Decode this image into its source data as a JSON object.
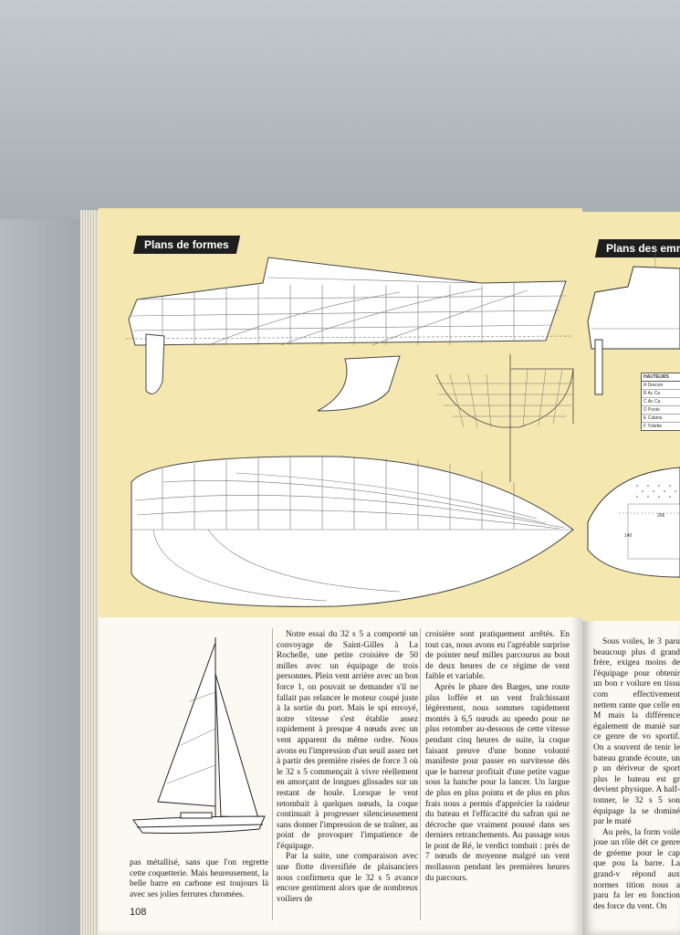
{
  "left_page": {
    "heading": "Plans de formes",
    "page_number": "108",
    "caption_col": [
      "pas métallisé, sans que l'on regrette cette coquetterie. Mais heureusement, la belle barre en carbone est toujours là avec ses jolies ferrures chromées."
    ],
    "col2": [
      "Notre essai du 32 s 5 a comporté un convoyage de Saint-Gilles à La Rochelle, une petite croisière de 50 milles avec un équipage de trois personnes. Plein vent arrière avec un bon force 1, on pouvait se demander s'il ne fallait pas relancer le moteur coupé juste à la sortie du port. Mais le spi envoyé, notre vitesse s'est établie assez rapidement à presque 4 nœuds avec un vent apparent du même ordre. Nous avons eu l'impression d'un seuil assez net à partir des première risées de force 3 où le 32 s 5 commençait à vivre réellement en amorçant de longues glissades sur un restant de houle. Lorsque le vent retombait à quelques nœuds, la coque continuait à progresser silencieusement sans donner l'impression de se traîner, au point de provoquer l'impatience de l'équipage.",
      "Par la suite, une comparaison avec une flotte diversifiée de plaisanciers nous confirmera que le 32 s 5 avance encore gentiment alors que de nombreux voiliers de"
    ],
    "col3": [
      "croisière sont pratiquement arrêtés. En tout cas, nous avons eu l'agréable surprise de pointer neuf milles parcourus au bout de deux heures de ce régime de vent faible et variable.",
      "Après le phare des Barges, une route plus loffée et un vent fraîchissant légèrement, nous sommes rapidement montés à 6,5 nœuds au speedo pour ne plus retomber au-dessous de cette vitesse pendant cinq heures de suite, la coque faisant preuve d'une bonne volonté manifeste pour passer en survitesse dès que le barreur profitait d'une petite vague sous la hanche pour la lancer. Un largue de plus en plus pointu et de plus en plus frais nous a permis d'apprécier la raideur du bateau et l'efficacité du safran qui ne décroche que vraiment poussé dans ses derniers retranchements. Au passage sous le pont de Ré, le verdict tombait : près de 7 nœuds de moyenne malgré un vent mollasson pendant les premières heures du parcours."
    ]
  },
  "right_page": {
    "heading": "Plans des emm",
    "table_header": "HAUTEURS",
    "table_rows": [
      {
        "k": "A",
        "v": "Descen"
      },
      {
        "k": "B",
        "v": "Ac Ca"
      },
      {
        "k": "C",
        "v": "Ac Ca"
      },
      {
        "k": "D",
        "v": "Poste"
      },
      {
        "k": "E",
        "v": "Cabine"
      },
      {
        "k": "F",
        "v": "Toilette"
      }
    ],
    "dim_a": "206",
    "dim_b": "140",
    "col": [
      "Sous voiles, le 3 paru beaucoup plus d grand frère, exigea moins de l'équipage pour obtenir un bon r voilure en tissu com effectivement nettem rante que celle en M mais la différence également de maniè sur ce genre de vo sportif. On a souvent de tenir le bateau grande écoute, un p un dériveur de sport plus le bateau est gr devient physique. A half-tonner, le 32 s 5 son équipage la se dominé par le maté",
      "Au près, la form voile joue un rôle dét ce genre de gréeme pour le cap que pou la barre. La grand-v répond aux normes tition nous a paru fa ler en fonction des force du vent. On"
    ]
  }
}
